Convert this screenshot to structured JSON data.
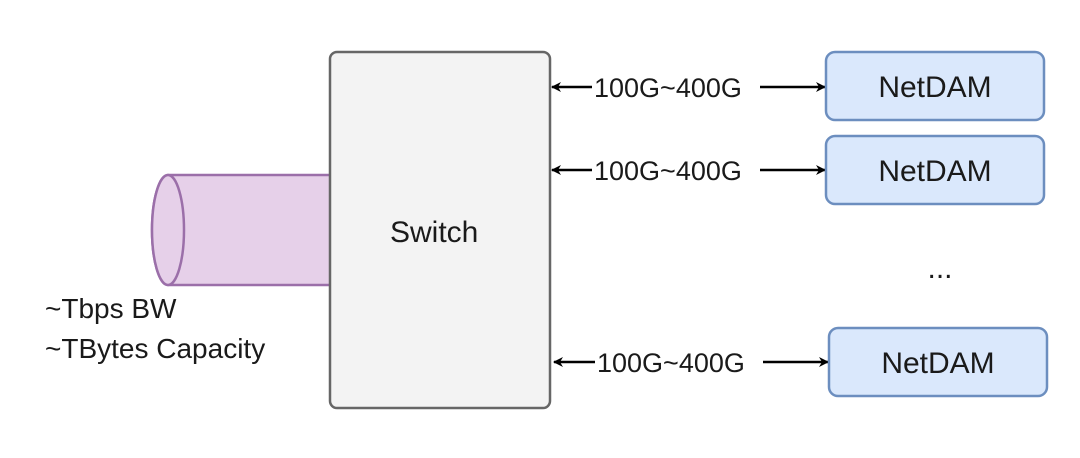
{
  "switch": {
    "label": "Switch",
    "fill": "#f3f3f3",
    "stroke": "#666666"
  },
  "storage": {
    "fill": "#e6d0e9",
    "stroke": "#9b6fa9",
    "bandwidth_label": "~Tbps BW",
    "capacity_label": "~TBytes Capacity"
  },
  "links": [
    {
      "label": "100G~400G"
    },
    {
      "label": "100G~400G"
    },
    {
      "label": "100G~400G"
    }
  ],
  "nodes": [
    {
      "label": "NetDAM"
    },
    {
      "label": "NetDAM"
    },
    {
      "label": "NetDAM"
    }
  ],
  "node_style": {
    "fill": "#dae8fc",
    "stroke": "#6c8ebf"
  },
  "ellipsis": "..."
}
